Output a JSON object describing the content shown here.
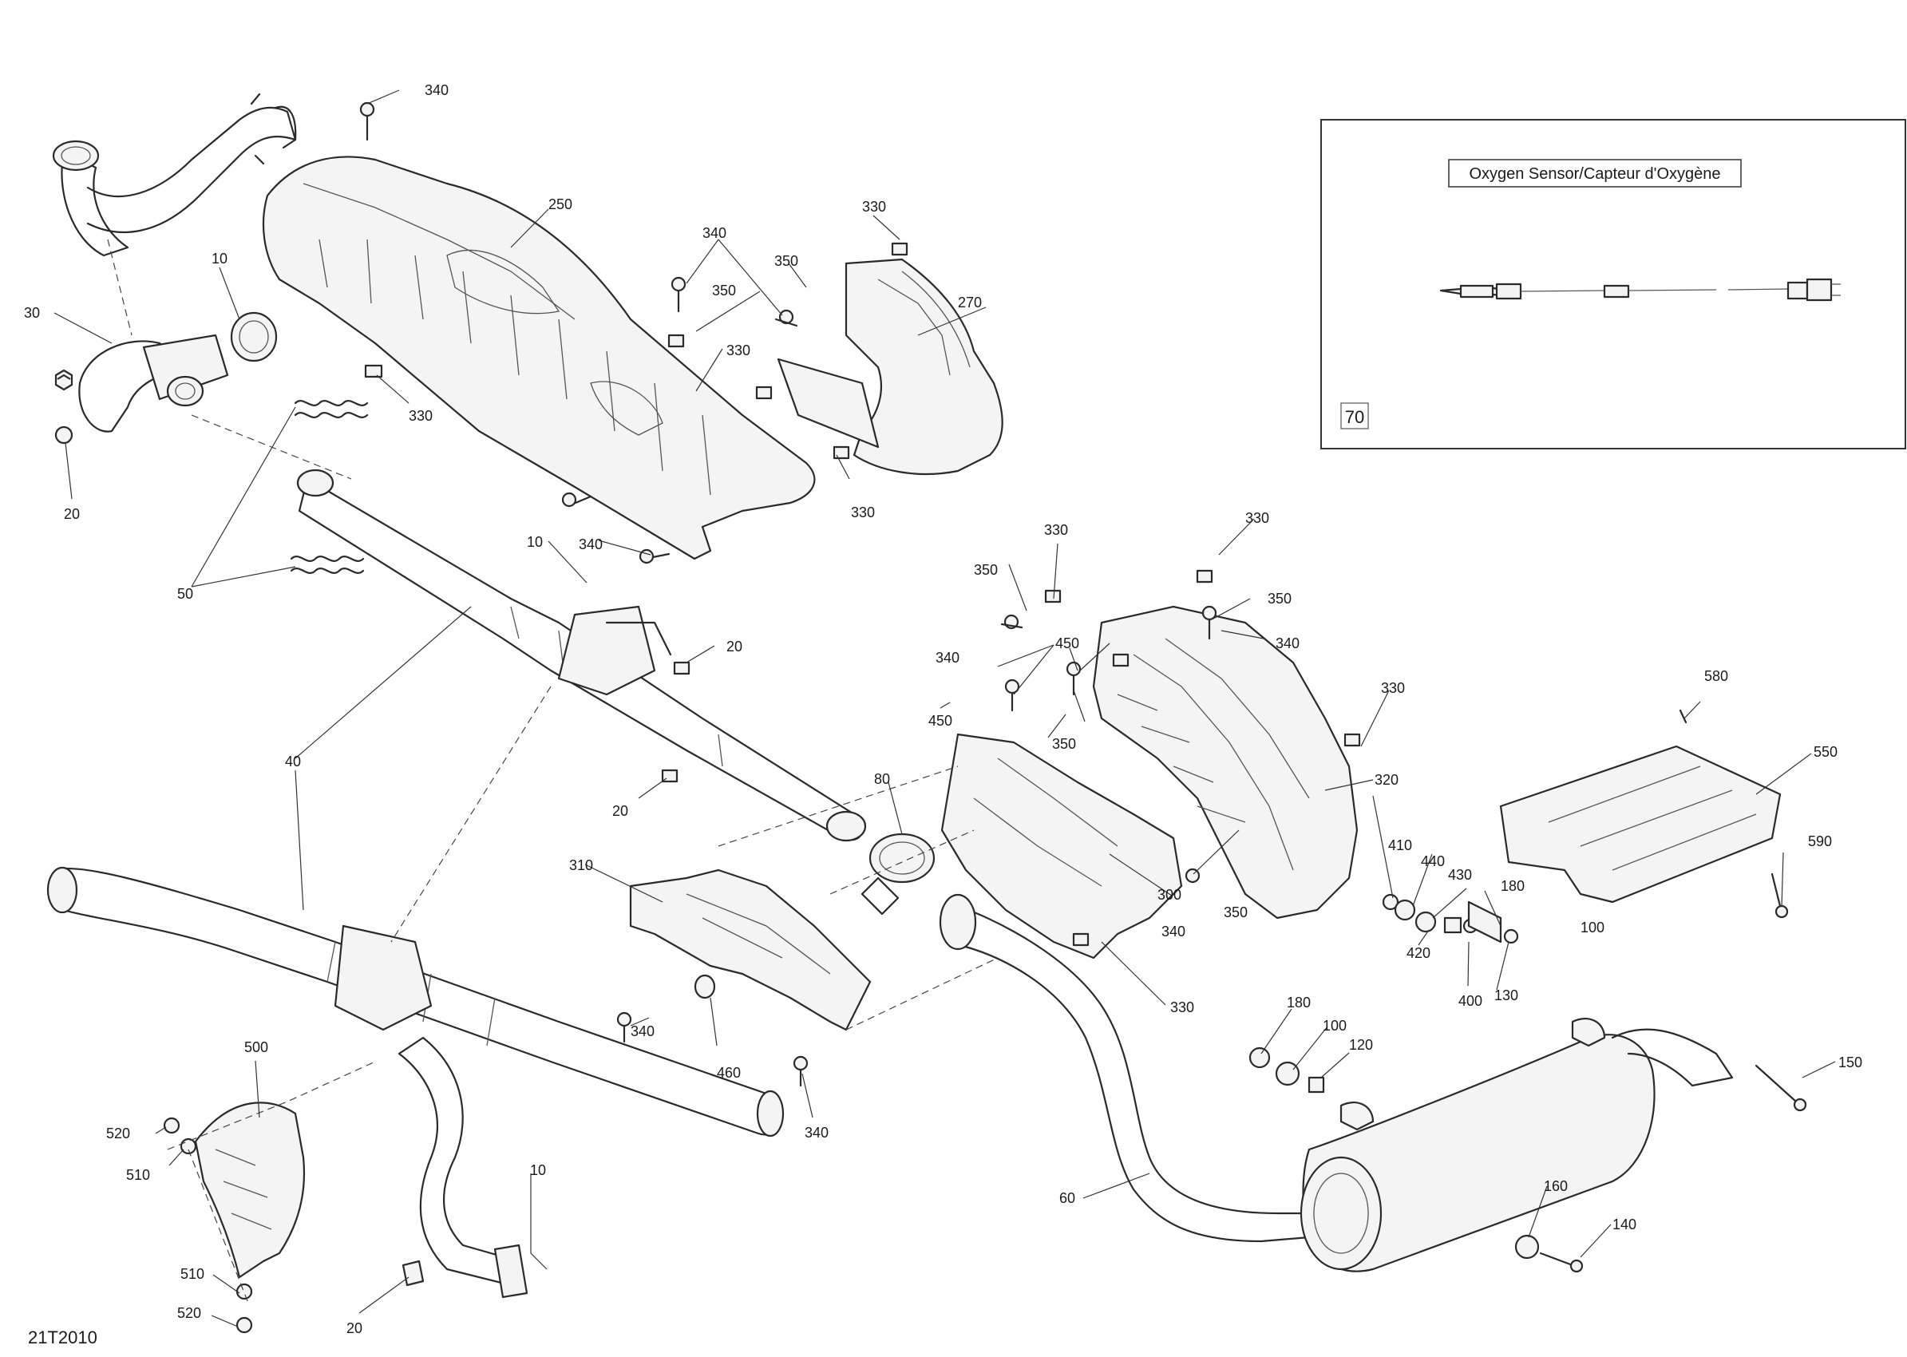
{
  "diagram_ref": "21T2010",
  "inset": {
    "title": "Oxygen Sensor/Capteur d'Oxygène",
    "callout": "70"
  },
  "callouts": {
    "c340a": "340",
    "c250": "250",
    "c330a": "330",
    "c340b": "340",
    "c350a": "350",
    "c350b": "350",
    "c270": "270",
    "c330b": "330",
    "c330c": "330",
    "c330d": "330",
    "c10a": "10",
    "c30": "30",
    "c20a": "20",
    "c50": "50",
    "c340c": "340",
    "c10b": "10",
    "c20b": "20",
    "c20c": "20",
    "c40": "40",
    "c310": "310",
    "c80": "80",
    "c340d": "340",
    "c460": "460",
    "c340e": "340",
    "c500": "500",
    "c520a": "520",
    "c510a": "510",
    "c510b": "510",
    "c520b": "520",
    "c10c": "10",
    "c20d": "20",
    "c330e": "330",
    "c350c": "350",
    "c340f": "340",
    "c450a": "450",
    "c350d": "350",
    "c330f": "330",
    "c350e": "350",
    "c340g": "340",
    "c450b": "450",
    "c330g": "330",
    "c320": "320",
    "c350f": "350",
    "c340h": "340",
    "c300": "300",
    "c330h": "330",
    "c580": "580",
    "c550": "550",
    "c590": "590",
    "c410": "410",
    "c440": "440",
    "c430": "430",
    "c180a": "180",
    "c100a": "100",
    "c420": "420",
    "c400": "400",
    "c130": "130",
    "c180b": "180",
    "c100b": "100",
    "c120": "120",
    "c150": "150",
    "c60": "60",
    "c160": "160",
    "c140": "140"
  }
}
